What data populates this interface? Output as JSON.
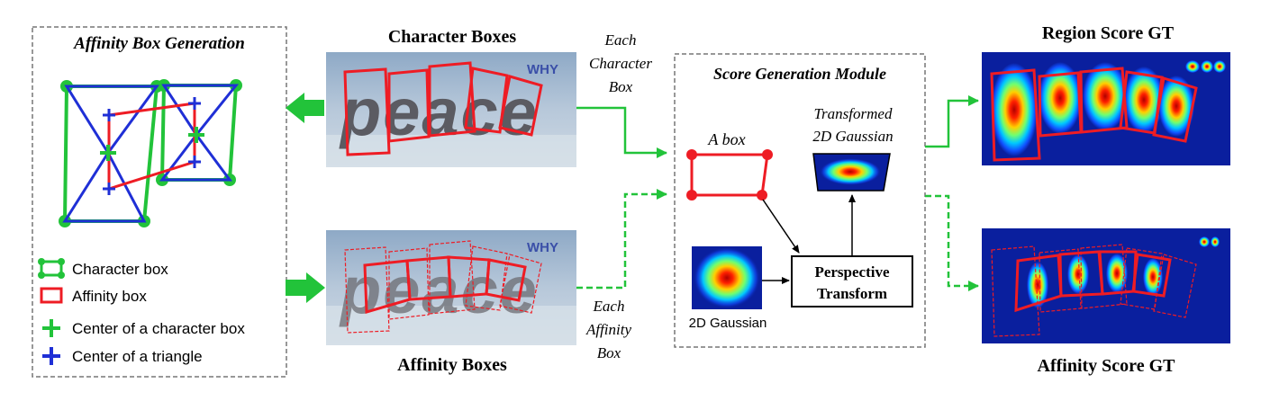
{
  "affinity_panel": {
    "title": "Affinity Box Generation",
    "legend": [
      {
        "label": "Character box",
        "icon": "green-rounded-box-icon"
      },
      {
        "label": "Affinity box",
        "icon": "red-box-icon"
      },
      {
        "label": "Center of a character box",
        "icon": "green-plus-icon"
      },
      {
        "label": "Center of a triangle",
        "icon": "blue-plus-icon"
      }
    ]
  },
  "character_boxes": {
    "title": "Character Boxes",
    "word": "peace",
    "watermark": "WHY",
    "arrow_label": [
      "Each",
      "Character",
      "Box"
    ]
  },
  "affinity_boxes": {
    "title": "Affinity Boxes",
    "word": "peace",
    "watermark": "WHY",
    "arrow_label": [
      "Each",
      "Affinity",
      "Box"
    ]
  },
  "module": {
    "title": "Score Generation Module",
    "box_label": "A box",
    "transformed_label": [
      "Transformed",
      "2D Gaussian"
    ],
    "gaussian_label": "2D Gaussian",
    "transform_label": [
      "Perspective",
      "Transform"
    ]
  },
  "outputs": {
    "region_title": "Region Score GT",
    "affinity_title": "Affinity Score GT"
  },
  "colors": {
    "green": "#22c33a",
    "blue": "#1f2fd6",
    "red": "#ee1c24",
    "heatmap_bg": "#0a1f9e"
  }
}
